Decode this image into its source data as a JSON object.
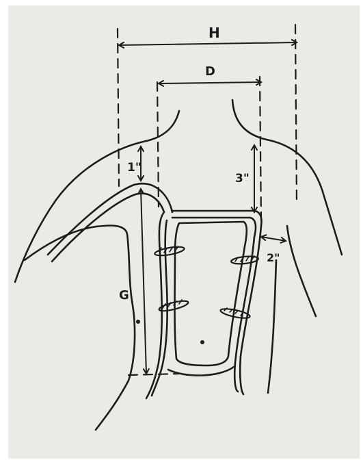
{
  "labels": {
    "width_label": "H",
    "neck_label": "D",
    "length_label": "G",
    "shoulder_gap_label": "1\"",
    "neck_drop_label": "3\"",
    "side_gap_label": "2\""
  },
  "colors": {
    "paper": "#ebebe6",
    "ink": "#1c1c1c"
  }
}
